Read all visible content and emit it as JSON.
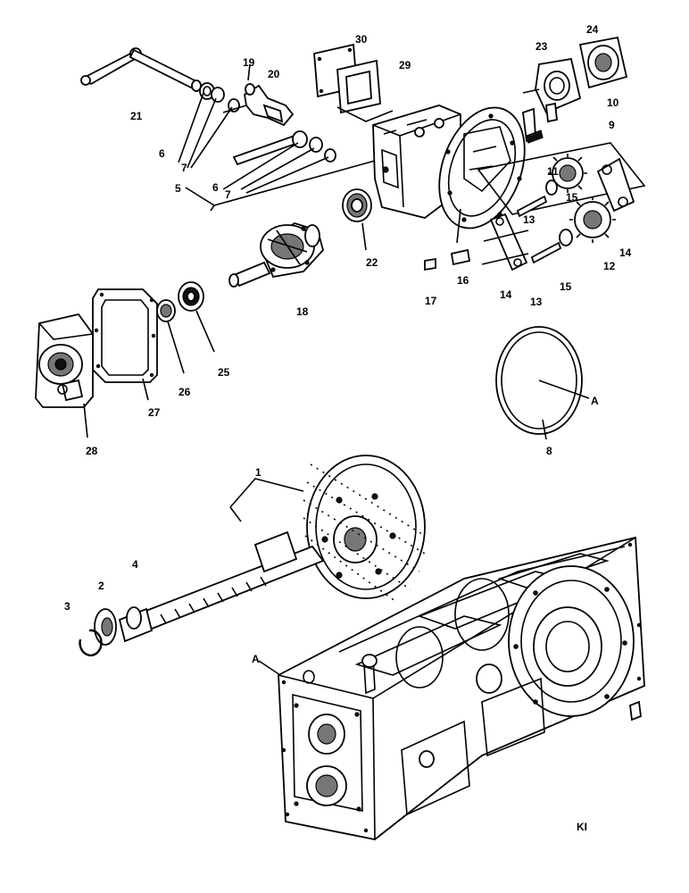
{
  "labels": [
    {
      "id": "p30",
      "text": "30"
    },
    {
      "id": "p29",
      "text": "29"
    },
    {
      "id": "p23",
      "text": "23"
    },
    {
      "id": "p24",
      "text": "24"
    },
    {
      "id": "p19",
      "text": "19"
    },
    {
      "id": "p20",
      "text": "20"
    },
    {
      "id": "p21",
      "text": "21"
    },
    {
      "id": "p10",
      "text": "10"
    },
    {
      "id": "p9",
      "text": "9"
    },
    {
      "id": "p6a",
      "text": "6"
    },
    {
      "id": "p7a",
      "text": "7"
    },
    {
      "id": "p5",
      "text": "5"
    },
    {
      "id": "p6b",
      "text": "6"
    },
    {
      "id": "p7b",
      "text": "7"
    },
    {
      "id": "p11",
      "text": "11"
    },
    {
      "id": "p15a",
      "text": "15"
    },
    {
      "id": "p13a",
      "text": "13"
    },
    {
      "id": "p14a",
      "text": "14"
    },
    {
      "id": "p12",
      "text": "12"
    },
    {
      "id": "p22",
      "text": "22"
    },
    {
      "id": "p16",
      "text": "16"
    },
    {
      "id": "p17",
      "text": "17"
    },
    {
      "id": "p15b",
      "text": "15"
    },
    {
      "id": "p13b",
      "text": "13"
    },
    {
      "id": "p14b",
      "text": "14"
    },
    {
      "id": "p18",
      "text": "18"
    },
    {
      "id": "p25",
      "text": "25"
    },
    {
      "id": "p26",
      "text": "26"
    },
    {
      "id": "p27",
      "text": "27"
    },
    {
      "id": "p28",
      "text": "28"
    },
    {
      "id": "pA1",
      "text": "A"
    },
    {
      "id": "p8",
      "text": "8"
    },
    {
      "id": "p1",
      "text": "1"
    },
    {
      "id": "p2",
      "text": "2"
    },
    {
      "id": "p3",
      "text": "3"
    },
    {
      "id": "p4",
      "text": "4"
    },
    {
      "id": "pA2",
      "text": "A"
    }
  ],
  "reference": "KI"
}
